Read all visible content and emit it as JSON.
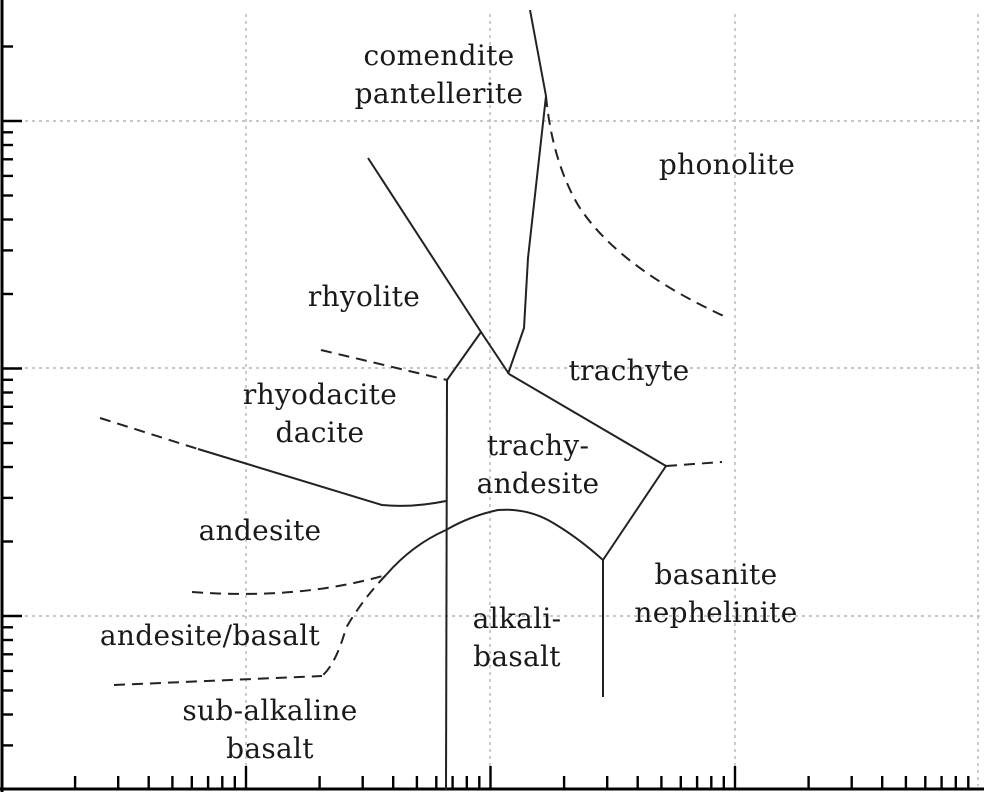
{
  "diagram": {
    "fields": {
      "comendite_pantellerite": [
        "comendite",
        "pantellerite"
      ],
      "phonolite": [
        "phonolite"
      ],
      "rhyolite": [
        "rhyolite"
      ],
      "trachyte": [
        "trachyte"
      ],
      "rhyodacite_dacite": [
        "rhyodacite",
        "dacite"
      ],
      "trachyandesite": [
        "trachy-",
        "andesite"
      ],
      "andesite": [
        "andesite"
      ],
      "basanite_nephelinite": [
        "basanite",
        "nephelinite"
      ],
      "andesite_basalt": [
        "andesite/basalt"
      ],
      "alkali_basalt": [
        "alkali-",
        "basalt"
      ],
      "subalkaline_basalt": [
        "sub-alkaline",
        "basalt"
      ]
    },
    "axes": {
      "x_scale": "log",
      "y_scale": "log",
      "grid": true
    }
  }
}
